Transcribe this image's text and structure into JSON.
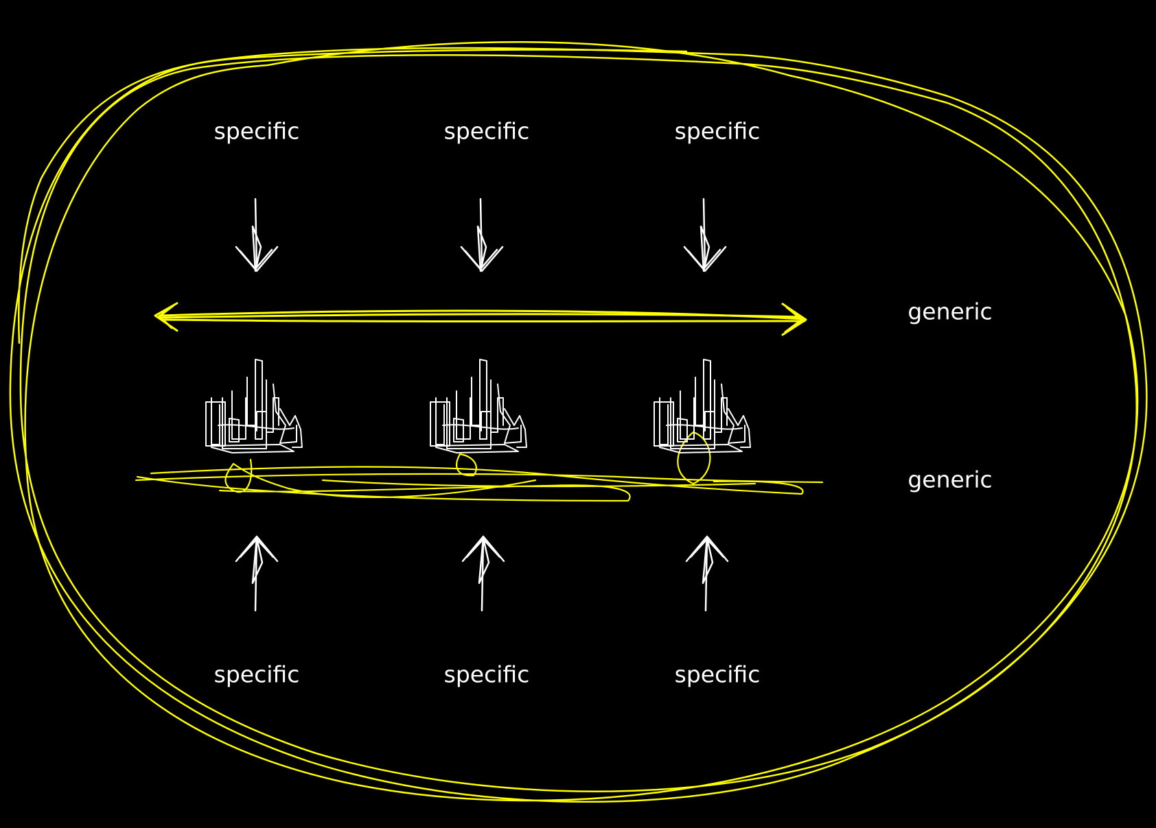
{
  "labels": {
    "top": [
      "specific",
      "specific",
      "specific"
    ],
    "bottom": [
      "specific",
      "specific",
      "specific"
    ],
    "generic_upper": "generic",
    "generic_lower": "generic"
  },
  "colors": {
    "background": "#000000",
    "ink": "#ffffff",
    "highlight": "#ffff00"
  },
  "icons": {
    "down_arrows": [
      "down-arrow-icon",
      "down-arrow-icon",
      "down-arrow-icon"
    ],
    "up_arrows": [
      "up-arrow-icon",
      "up-arrow-icon",
      "up-arrow-icon"
    ],
    "scribbles": [
      "crown-scribble-icon",
      "crown-scribble-icon",
      "crown-scribble-icon"
    ],
    "double_arrow": "double-headed-arrow-icon"
  }
}
